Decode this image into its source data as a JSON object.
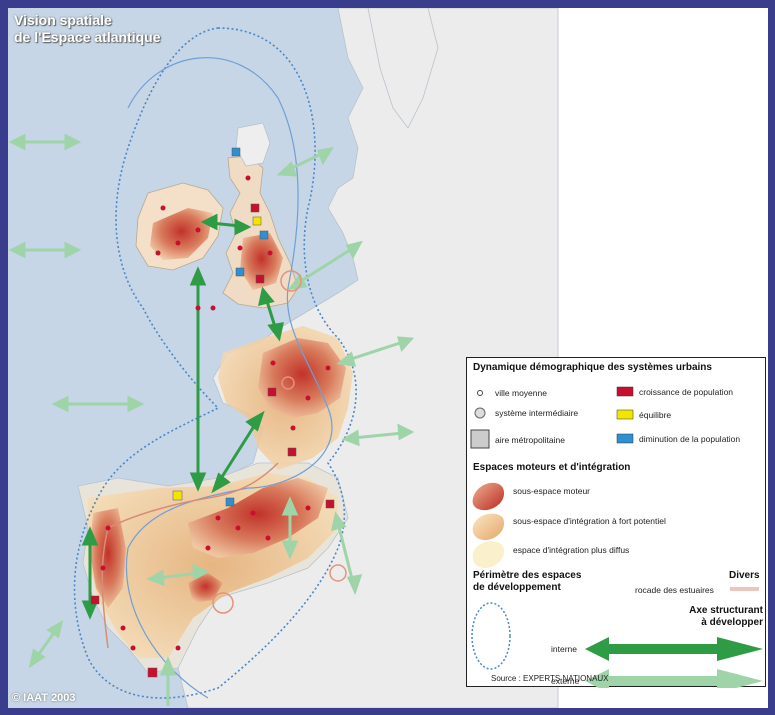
{
  "map": {
    "title_line1": "Vision spatiale",
    "title_line2": "de l'Espace atlantique",
    "copyright": "© IAAT 2003"
  },
  "legend": {
    "section1_title": "Dynamique démographique des systèmes urbains",
    "ville_moyenne": "ville moyenne",
    "systeme_intermediaire": "système intermédiaire",
    "aire_metropolitaine": "aire métropolitaine",
    "croissance": "croissance de population",
    "equilibre": "équilibre",
    "diminution": "diminution de la population",
    "section2_title": "Espaces moteurs et d'intégration",
    "sous_espace_moteur": "sous-espace moteur",
    "sous_espace_integration": "sous-espace d'intégration à fort potentiel",
    "espace_diffus": "espace d'intégration plus diffus",
    "perimetre_title_line1": "Périmètre des espaces",
    "perimetre_title_line2": "de développement",
    "divers_title": "Divers",
    "rocade": "rocade des estuaires",
    "axe_title_line1": "Axe structurant",
    "axe_title_line2": "à développer",
    "interne": "interne",
    "externe": "externe",
    "source": "Source : EXPERTS NATIONAUX"
  },
  "colors": {
    "sea": "#c6d6e6",
    "land": "#ececec",
    "croissance": "#c8102e",
    "equilibre": "#f2e600",
    "diminution": "#2f8fd0",
    "axe_interne": "#2e9b45",
    "axe_externe": "#9fd4a8",
    "perimetre": "#4a86c8",
    "rocade": "#d88c78"
  }
}
